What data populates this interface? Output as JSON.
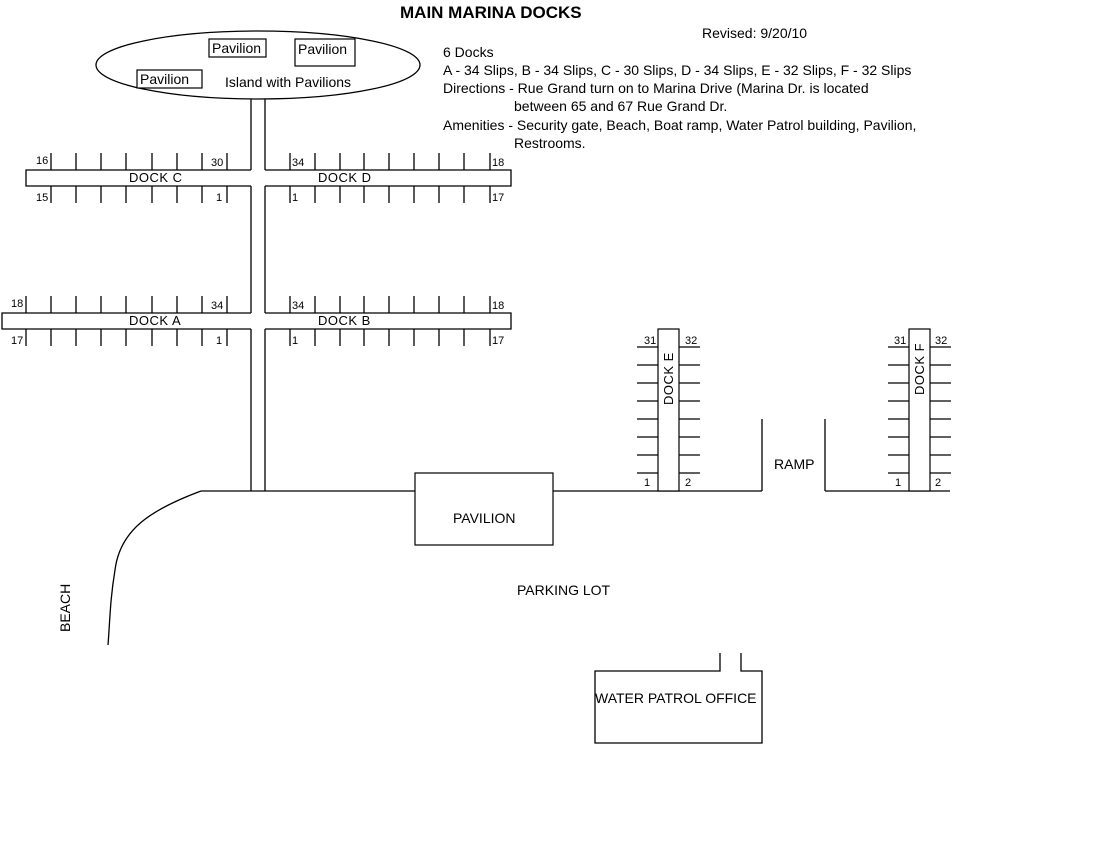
{
  "title": "MAIN MARINA DOCKS",
  "revised": "Revised:  9/20/10",
  "info": {
    "docks_count": "6  Docks",
    "slips_summary": "A - 34 Slips, B - 34 Slips, C - 30 Slips, D - 34 Slips, E - 32 Slips, F - 32 Slips",
    "directions_line1": "Directions - Rue Grand turn on to Marina Drive (Marina Dr. is located",
    "directions_line2": "between 65 and 67 Rue Grand Dr.",
    "amenities_line1": "Amenities - Security gate, Beach, Boat ramp, Water Patrol building, Pavilion,",
    "amenities_line2": "Restrooms."
  },
  "island": {
    "label": "Island with Pavilions",
    "pavilions": [
      "Pavilion",
      "Pavilion",
      "Pavilion"
    ]
  },
  "docks": {
    "c": {
      "label": "DOCK  C",
      "top_left": "16",
      "top_right": "30",
      "bottom_left": "15",
      "bottom_right": "1",
      "slips": 30
    },
    "d": {
      "label": "DOCK  D",
      "top_left": "34",
      "top_right": "18",
      "bottom_left": "1",
      "bottom_right": "17",
      "slips": 34
    },
    "a": {
      "label": "DOCK  A",
      "top_left": "18",
      "top_right": "34",
      "bottom_left": "17",
      "bottom_right": "1",
      "slips": 34
    },
    "b": {
      "label": "DOCK  B",
      "top_left": "34",
      "top_right": "18",
      "bottom_left": "1",
      "bottom_right": "17",
      "slips": 34
    },
    "e": {
      "label": "DOCK  E",
      "top_left": "31",
      "top_right": "32",
      "bottom_left": "1",
      "bottom_right": "2",
      "slips": 32
    },
    "f": {
      "label": "DOCK  F",
      "top_left": "31",
      "top_right": "32",
      "bottom_left": "1",
      "bottom_right": "2",
      "slips": 32
    }
  },
  "places": {
    "ramp": "RAMP",
    "pavilion": "PAVILION",
    "parking_lot": "PARKING LOT",
    "beach": "BEACH",
    "water_patrol_office": "WATER  PATROL OFFICE"
  }
}
